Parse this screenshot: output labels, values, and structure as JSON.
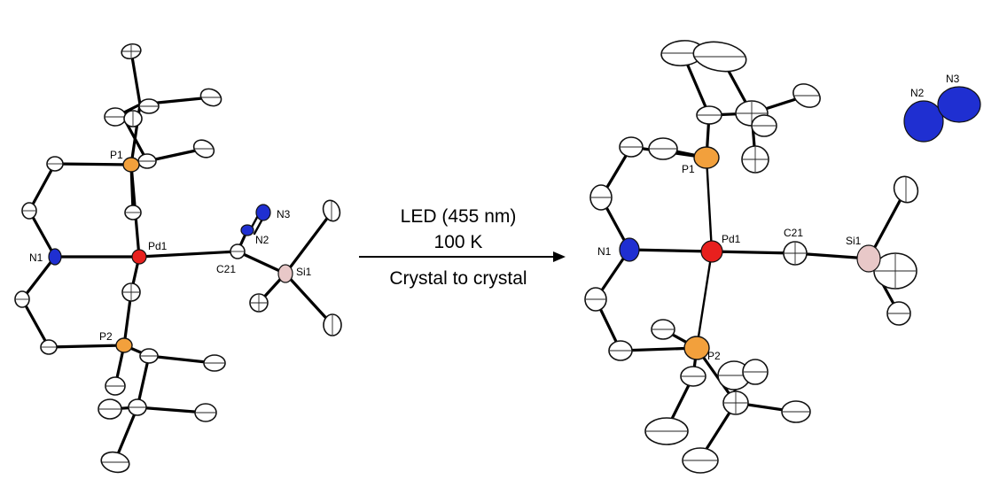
{
  "colors": {
    "P": "#f2a03c",
    "N": "#1f2fd1",
    "Pd": "#e8201e",
    "Si": "#e8c8c8",
    "C": "#ffffff",
    "bond": "#000000"
  },
  "reaction": {
    "conditions": [
      "LED (455 nm)",
      "100 K",
      "Crystal to crystal"
    ]
  },
  "before": {
    "labels": {
      "P1": "P1",
      "P2": "P2",
      "N1": "N1",
      "Pd1": "Pd1",
      "C21": "C21",
      "Si1": "Si1",
      "N2": "N2",
      "N3": "N3"
    }
  },
  "after": {
    "labels": {
      "P1": "P1",
      "P2": "P2",
      "N1": "N1",
      "Pd1": "Pd1",
      "C21": "C21",
      "Si1": "Si1",
      "N2": "N2",
      "N3": "N3"
    }
  }
}
